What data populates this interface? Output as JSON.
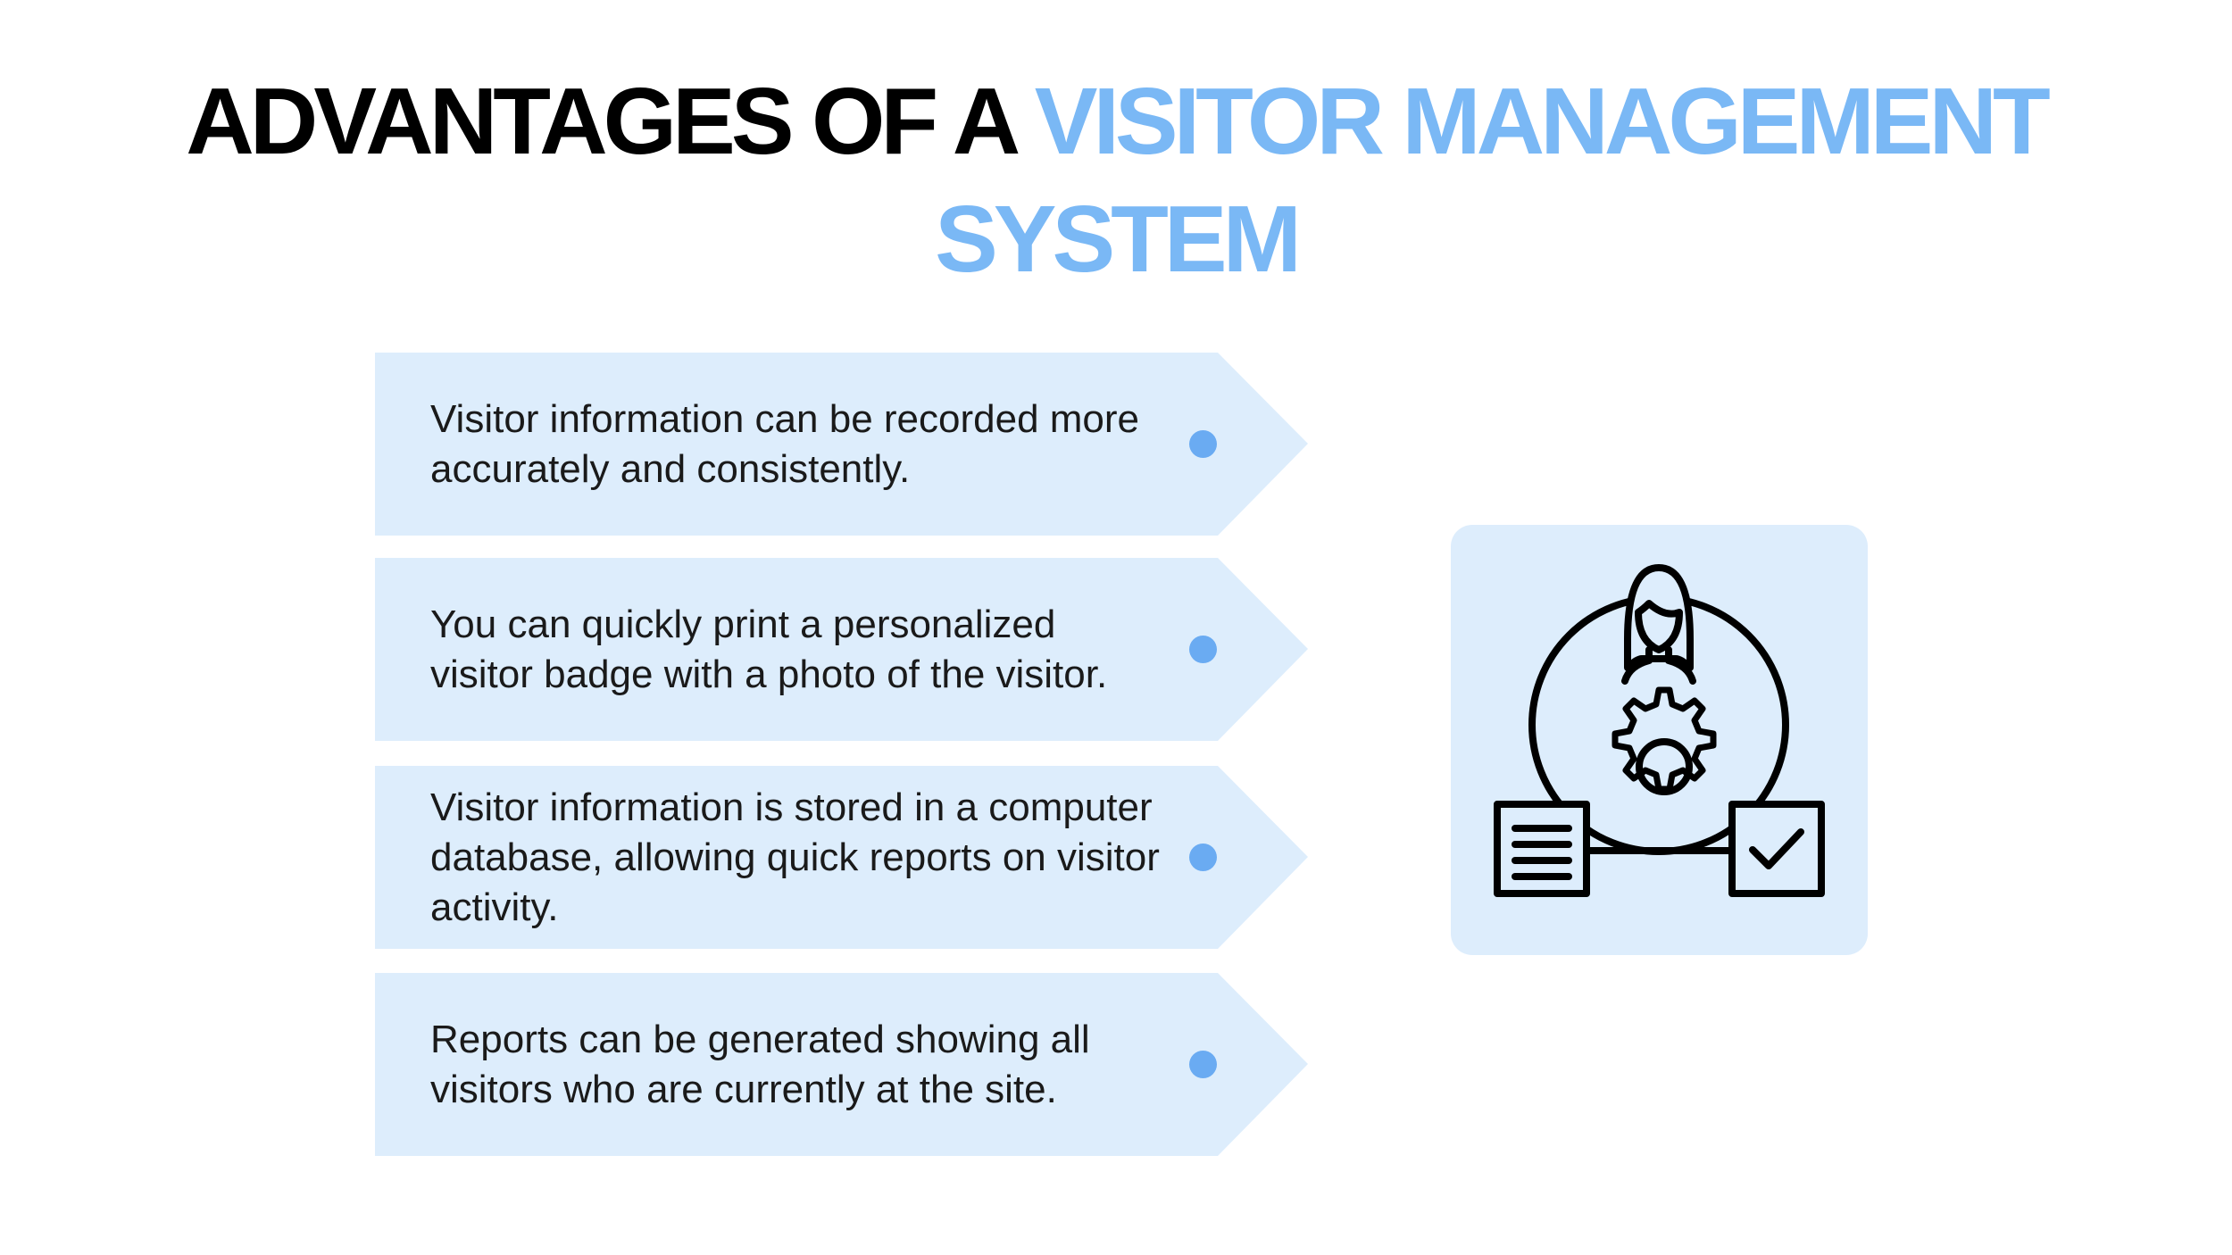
{
  "title": {
    "part1": "ADVANTAGES OF A ",
    "part2": "VISITOR MANAGEMENT SYSTEM"
  },
  "cards": [
    {
      "text": "Visitor information can be recorded more accurately and consistently."
    },
    {
      "text": "You can quickly print a personalized visitor badge with a photo of the visitor."
    },
    {
      "text": "Visitor information is stored in a computer database, allowing quick reports on visitor activity."
    },
    {
      "text": "Reports can be generated showing all visitors who are currently at the site."
    }
  ],
  "icon": "visitor-management-icon",
  "colors": {
    "accent": "#7ab8f5",
    "card_bg": "#ddedfc",
    "dot": "#6aabf2",
    "text": "#1a1a1a"
  }
}
